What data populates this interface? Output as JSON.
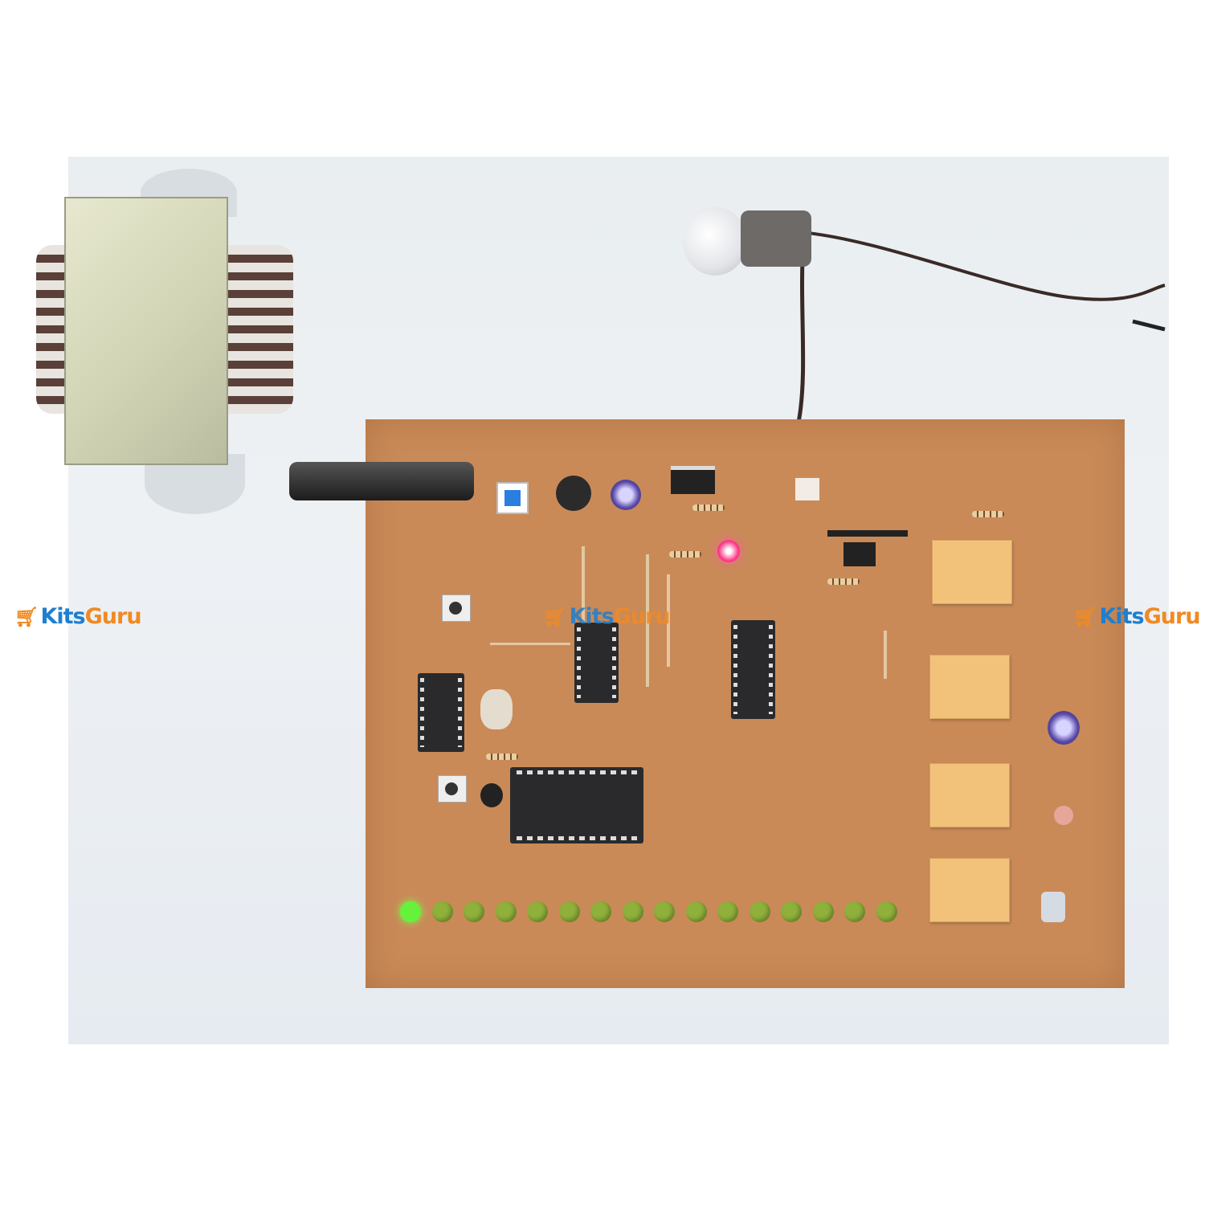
{
  "watermarks": [
    {
      "brand_a": "Kits",
      "brand_b": "Guru"
    },
    {
      "brand_a": "Kits",
      "brand_b": "Guru"
    },
    {
      "brand_a": "Kits",
      "brand_b": "Guru"
    }
  ],
  "colors": {
    "pcb": "#c98a58",
    "relay": "#f2c27a",
    "led_green": "#8fb03a",
    "led_pink": "#ff3d8a",
    "brand_blue": "#1e7fd0",
    "brand_orange": "#f08a24"
  },
  "led_row": {
    "count": 16,
    "lit_index": 0
  }
}
